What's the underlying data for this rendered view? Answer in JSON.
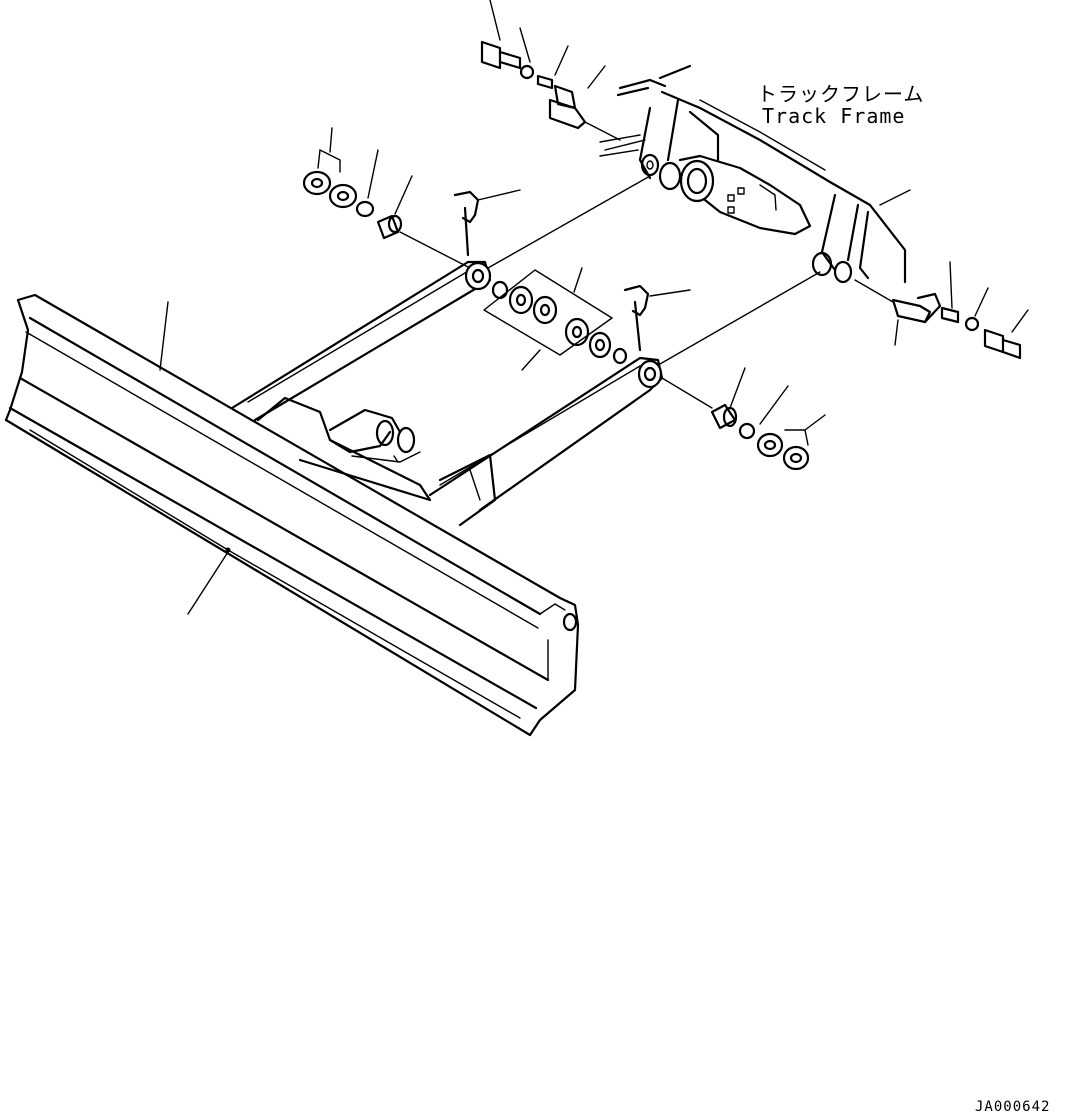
{
  "labels": {
    "track_frame_jp": "トラックフレーム",
    "track_frame_en": "Track Frame"
  },
  "drawing_id": "JA000642",
  "colors": {
    "line": "#000000",
    "background": "#ffffff"
  }
}
